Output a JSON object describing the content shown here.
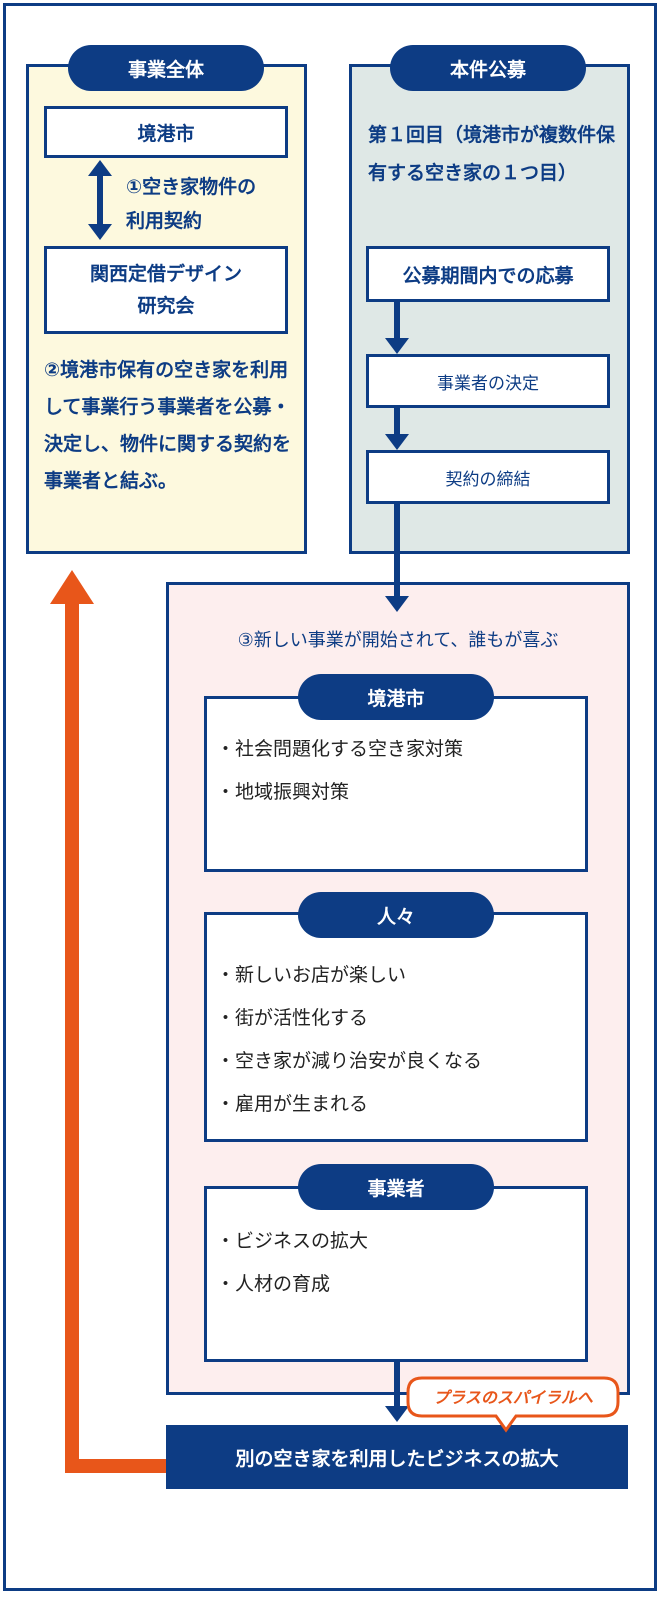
{
  "colors": {
    "navy": "#0d3c84",
    "orange": "#e8561a",
    "cream": "#fdf9de",
    "teal": "#dfe8e6",
    "pink": "#fdeeee"
  },
  "left_panel": {
    "title": "事業全体",
    "top_box": "境港市",
    "arrow_label": "①空き家物件の\n利用契約",
    "bottom_box": "関西定借デザイン\n研究会",
    "description": "②境港市保有の空き家を利用して事業行う事業者を公募・決定し、物件に関する契約を事業者と結ぶ。"
  },
  "right_panel": {
    "title": "本件公募",
    "subtitle": "第１回目（境港市が複数件保有する空き家の１つ目）",
    "steps": [
      "公募期間内での応募",
      "事業者の決定",
      "契約の締結"
    ]
  },
  "benefits": {
    "heading": "③新しい事業が開始されて、誰もが喜ぶ",
    "groups": [
      {
        "title": "境港市",
        "items": [
          "社会問題化する空き家対策",
          "地域振興対策"
        ]
      },
      {
        "title": "人々",
        "items": [
          "新しいお店が楽しい",
          "街が活性化する",
          "空き家が減り治安が良くなる",
          "雇用が生まれる"
        ]
      },
      {
        "title": "事業者",
        "items": [
          "ビジネスの拡大",
          "人材の育成"
        ]
      }
    ]
  },
  "callout": "プラスのスパイラルへ",
  "bottom_banner": "別の空き家を利用したビジネスの拡大"
}
